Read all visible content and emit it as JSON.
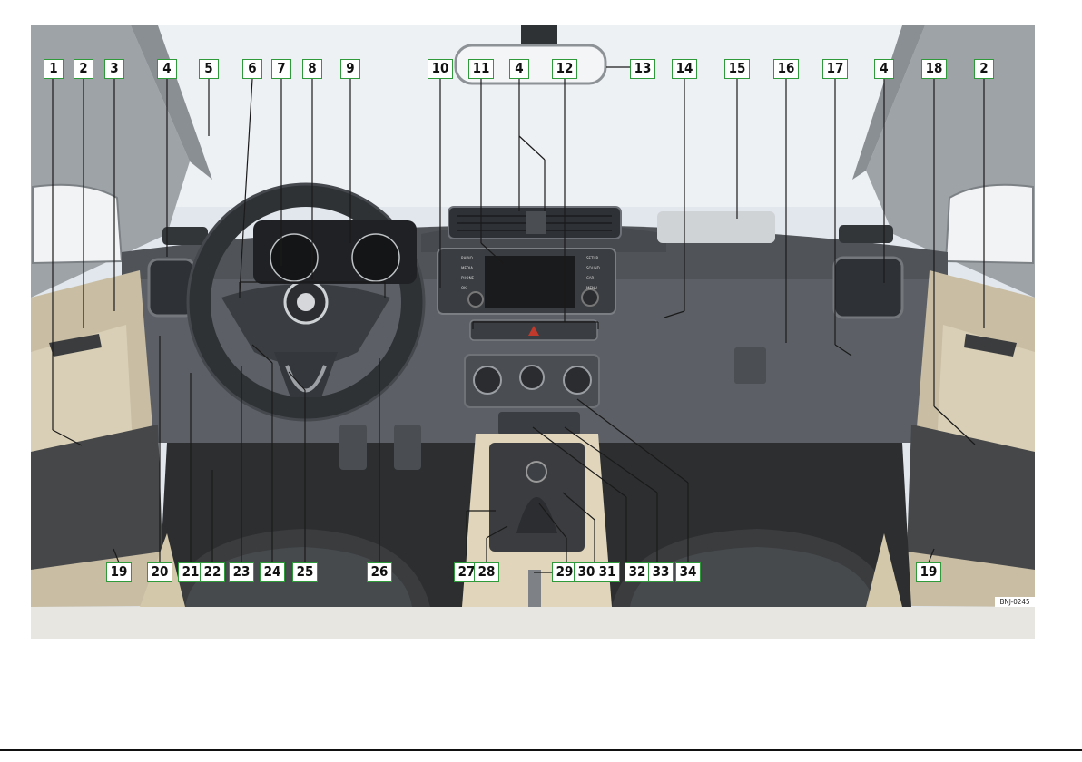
{
  "figure_code": "BNJ-0245",
  "colors": {
    "callout_border": "#2f9a3a",
    "leader_line": "#1a1a1a",
    "background_strip": "#e8e6e1"
  },
  "labels": {
    "l1": "1",
    "l2": "2",
    "l3": "3",
    "l4": "4",
    "l5": "5",
    "l6": "6",
    "l7": "7",
    "l8": "8",
    "l9": "9",
    "l10": "10",
    "l11": "11",
    "l12": "12",
    "l13": "13",
    "l14": "14",
    "l15": "15",
    "l16": "16",
    "l17": "17",
    "l18": "18",
    "l19": "19",
    "l20": "20",
    "l21": "21",
    "l22": "22",
    "l23": "23",
    "l24": "24",
    "l25": "25",
    "l26": "26",
    "l27": "27",
    "l28": "28",
    "l29": "29",
    "l30": "30",
    "l31": "31",
    "l32": "32",
    "l33": "33",
    "l34": "34"
  },
  "radio_buttons": {
    "left": [
      "RADIO",
      "MEDIA",
      "PHONE",
      "OK"
    ],
    "right": [
      "SETUP",
      "SOUND",
      "CAR",
      "MENU"
    ]
  }
}
